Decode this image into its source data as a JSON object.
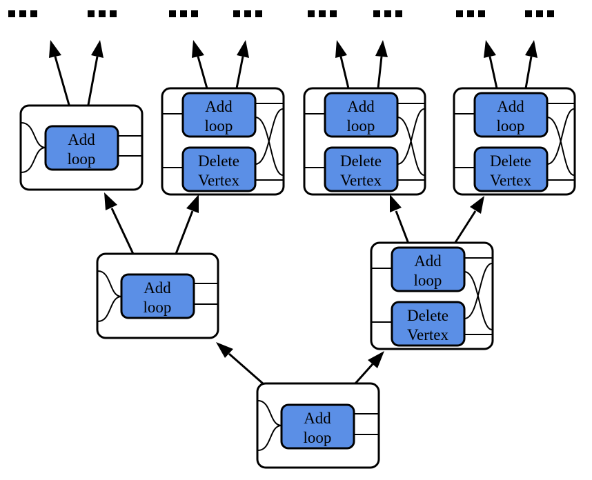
{
  "operations": {
    "add_loop": [
      "Add",
      "loop"
    ],
    "delete_vertex": [
      "Delete",
      "Vertex"
    ]
  },
  "colors": {
    "operation_fill": "#5b8fe6",
    "outline": "#000000",
    "background": "#ffffff"
  },
  "tree": {
    "root": {
      "ops": [
        "add_loop"
      ]
    },
    "level1": [
      {
        "ops": [
          "add_loop"
        ]
      },
      {
        "ops": [
          "add_loop",
          "delete_vertex"
        ]
      }
    ],
    "level2": [
      {
        "ops": [
          "add_loop"
        ]
      },
      {
        "ops": [
          "add_loop",
          "delete_vertex"
        ]
      },
      {
        "ops": [
          "add_loop",
          "delete_vertex"
        ]
      },
      {
        "ops": [
          "add_loop",
          "delete_vertex"
        ]
      }
    ],
    "continuation_marker": "ellipsis"
  }
}
